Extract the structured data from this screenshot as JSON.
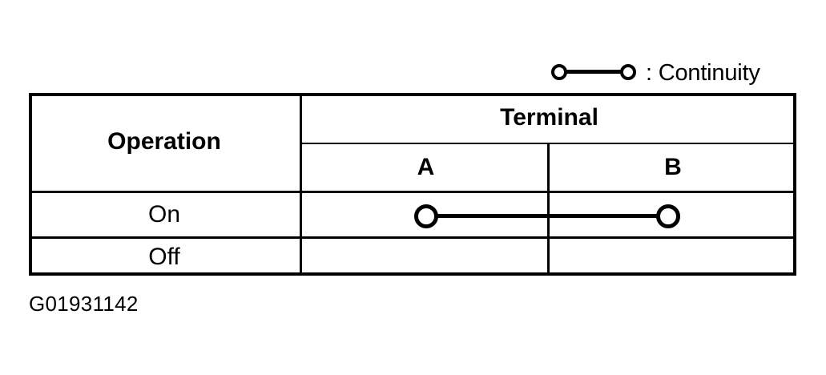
{
  "legend": {
    "symbol_name": "continuity-symbol",
    "separator": ":",
    "label": ": Continuity",
    "text_only": "Continuity"
  },
  "table": {
    "headers": {
      "operation": "Operation",
      "terminal_group": "Terminal",
      "terminal_a": "A",
      "terminal_b": "B"
    },
    "rows": [
      {
        "operation": "On",
        "terminal_a": "",
        "terminal_b": "",
        "continuity": true
      },
      {
        "operation": "Off",
        "terminal_a": "",
        "terminal_b": "",
        "continuity": false
      }
    ]
  },
  "caption": "G01931142",
  "colors": {
    "ink": "#000000",
    "background": "#ffffff"
  }
}
